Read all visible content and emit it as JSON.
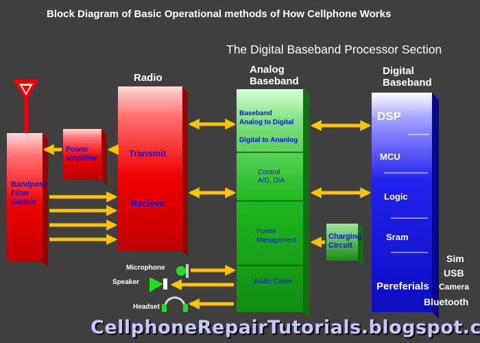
{
  "title": "Block Diagram of  Basic Operational methods of How Cellphone Works",
  "subtitle": "The Digital Baseband Processor Section",
  "watermark": "CellphoneRepairTutorials.blogspot.com",
  "headings": {
    "radio": "Radio",
    "analog_line1": "Analog",
    "analog_line2": "Baseband",
    "digital_line1": "Digital",
    "digital_line2": "Baseband"
  },
  "bandpass": {
    "line1": "Bandpass",
    "line2": "Filter",
    "line3": "Switch"
  },
  "power_amplifier": {
    "line1": "Power",
    "line2": "amplifier"
  },
  "radio_block": {
    "transmit": "Transmit",
    "receive": "Recieve"
  },
  "analog_block": {
    "converter_line1": "Baseband",
    "converter_line2": "Analog to Digital",
    "converter_line3": "Digital to Ananlog",
    "control_line1": "Control",
    "control_line2": "A/D, D/A",
    "power_line1": "Power",
    "power_line2": "Management",
    "audio": "Audio Codec"
  },
  "charging": {
    "line1": "Charging",
    "line2": "Circuit"
  },
  "digital_block": {
    "dsp": "DSP",
    "mcu": "MCU",
    "logic": "Logic",
    "sram": "Sram",
    "peripherals": "Pereferials"
  },
  "peripheral_list": {
    "sim": "Sim",
    "usb": "USB",
    "camera": "Camera",
    "bluetooth": "Bluetooth"
  },
  "audio_devices": {
    "microphone": "Microphone",
    "speaker": "Speaker",
    "headset": "Headset"
  },
  "colors": {
    "background": "#3f3f3f",
    "red": "#f00000",
    "green": "#1fb81f",
    "blue": "#1111ee",
    "arrow": "#ffc400",
    "text_blue": "#1010e0"
  }
}
